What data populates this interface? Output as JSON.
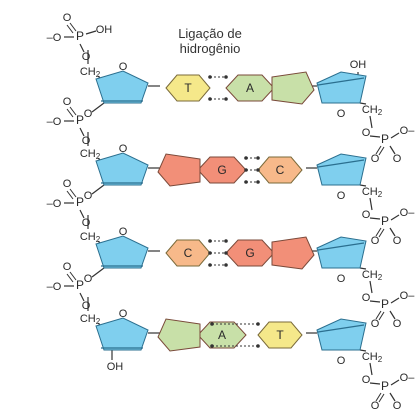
{
  "diagram": {
    "title_line1": "Ligação de",
    "title_line2": "hidrogênio"
  },
  "labels": {
    "oh": "OH",
    "ch2": "CH2",
    "o": "O",
    "p": "P",
    "o_minus": "O–",
    "neg_o": "–O",
    "sub2": "2"
  },
  "base_pairs": [
    {
      "left": "T",
      "right": "A",
      "hbonds": 2
    },
    {
      "left": "G",
      "right": "C",
      "hbonds": 3
    },
    {
      "left": "C",
      "right": "G",
      "hbonds": 3
    },
    {
      "left": "A",
      "right": "T",
      "hbonds": 2
    }
  ],
  "colors": {
    "sugar": "#7fcfee",
    "sugar_stroke": "#2b6f8f",
    "T": "#f5e88a",
    "A": "#c8e0a8",
    "G": "#f28f78",
    "C": "#f7b98a",
    "bond": "#333333"
  }
}
